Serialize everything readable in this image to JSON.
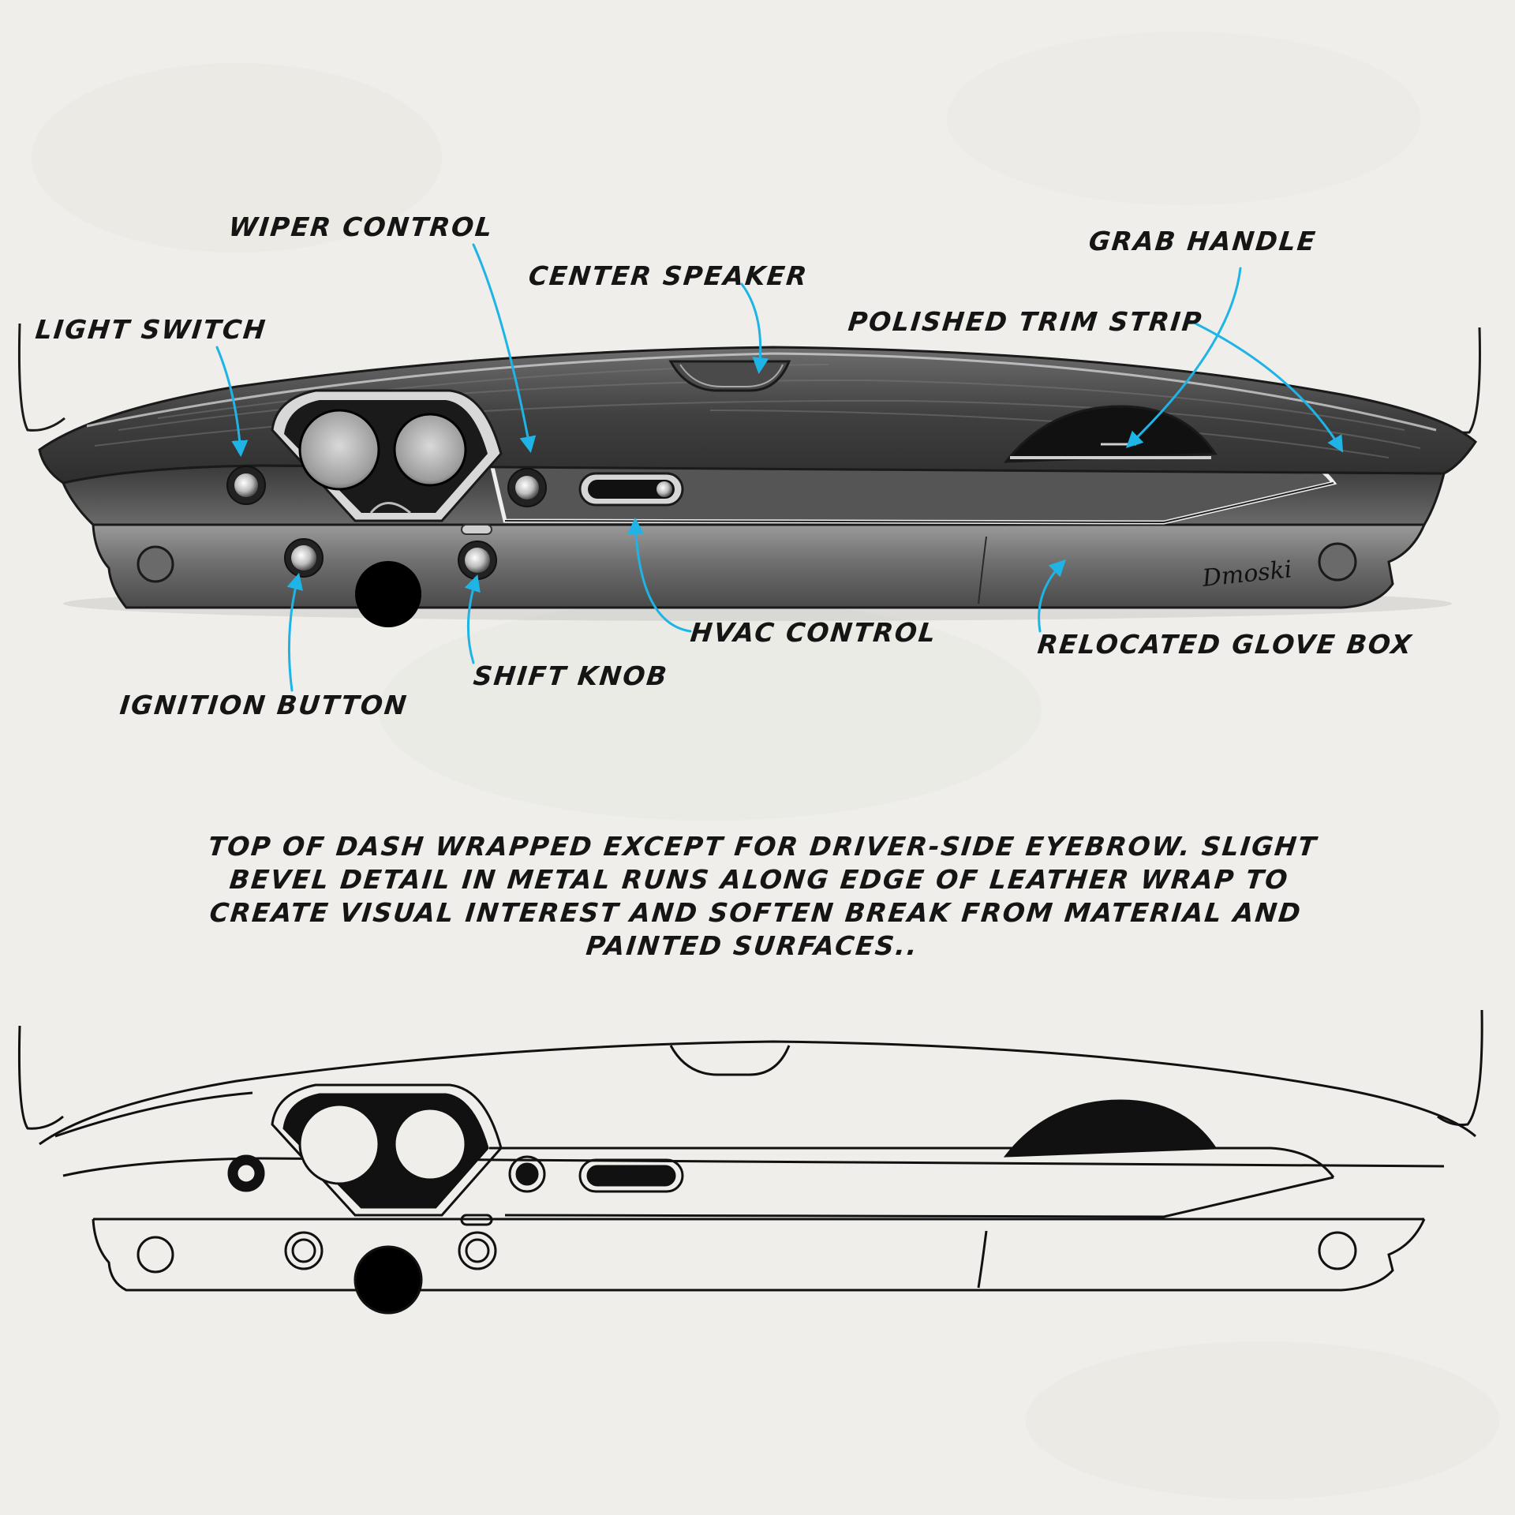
{
  "callouts": {
    "light_switch": "LIGHT SWITCH",
    "wiper_control": "WIPER CONTROL",
    "center_speaker": "CENTER SPEAKER",
    "grab_handle": "GRAB HANDLE",
    "polished_trim_strip": "POLISHED TRIM STRIP",
    "hvac_control": "HVAC CONTROL",
    "relocated_glove_box": "RELOCATED GLOVE BOX",
    "shift_knob": "SHIFT KNOB",
    "ignition_button": "IGNITION BUTTON"
  },
  "note": "TOP OF DASH WRAPPED EXCEPT FOR DRIVER-SIDE EYEBROW. SLIGHT BEVEL DETAIL IN METAL RUNS ALONG EDGE OF LEATHER WRAP TO CREATE VISUAL INTEREST AND SOFTEN BREAK FROM MATERIAL AND PAINTED SURFACES..",
  "signature": "Dmoski",
  "colors": {
    "paper": "#efeeea",
    "ink": "#151515",
    "callout_arrow": "#1fb4e6",
    "wood_grain": "#4a4a4a",
    "dash_body": "#5c5c5c"
  }
}
